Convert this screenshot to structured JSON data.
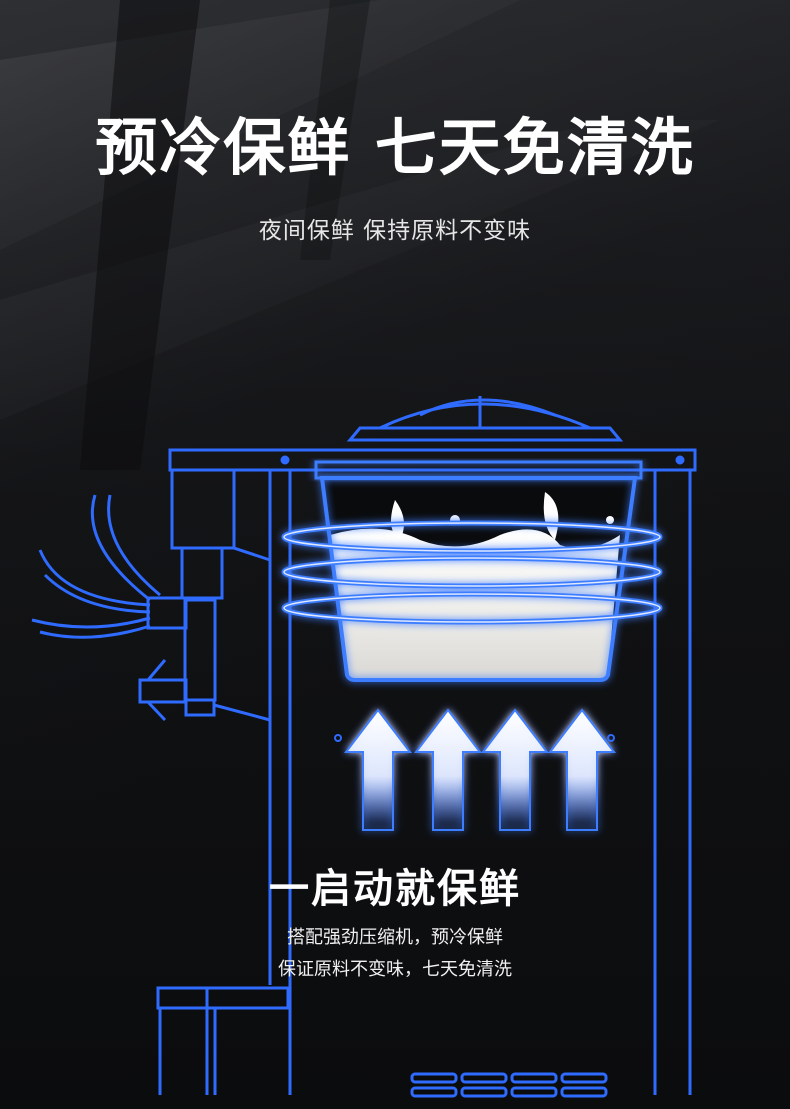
{
  "headline": "预冷保鲜 七天免清洗",
  "subheadline": "夜间保鲜  保持原料不变味",
  "feature": {
    "title": "一启动就保鲜",
    "description_line1": "搭配强劲压缩机，预冷保鲜",
    "description_line2": "保证原料不变味，七天免清洗"
  },
  "colors": {
    "background": "#0e0f11",
    "outline_blue": "#2f6bff",
    "glow_blue": "#3d7dff",
    "text_white": "#ffffff"
  },
  "icons": [
    "hopper-milk-illustration",
    "up-arrow-icon",
    "cooling-ring-icon"
  ]
}
